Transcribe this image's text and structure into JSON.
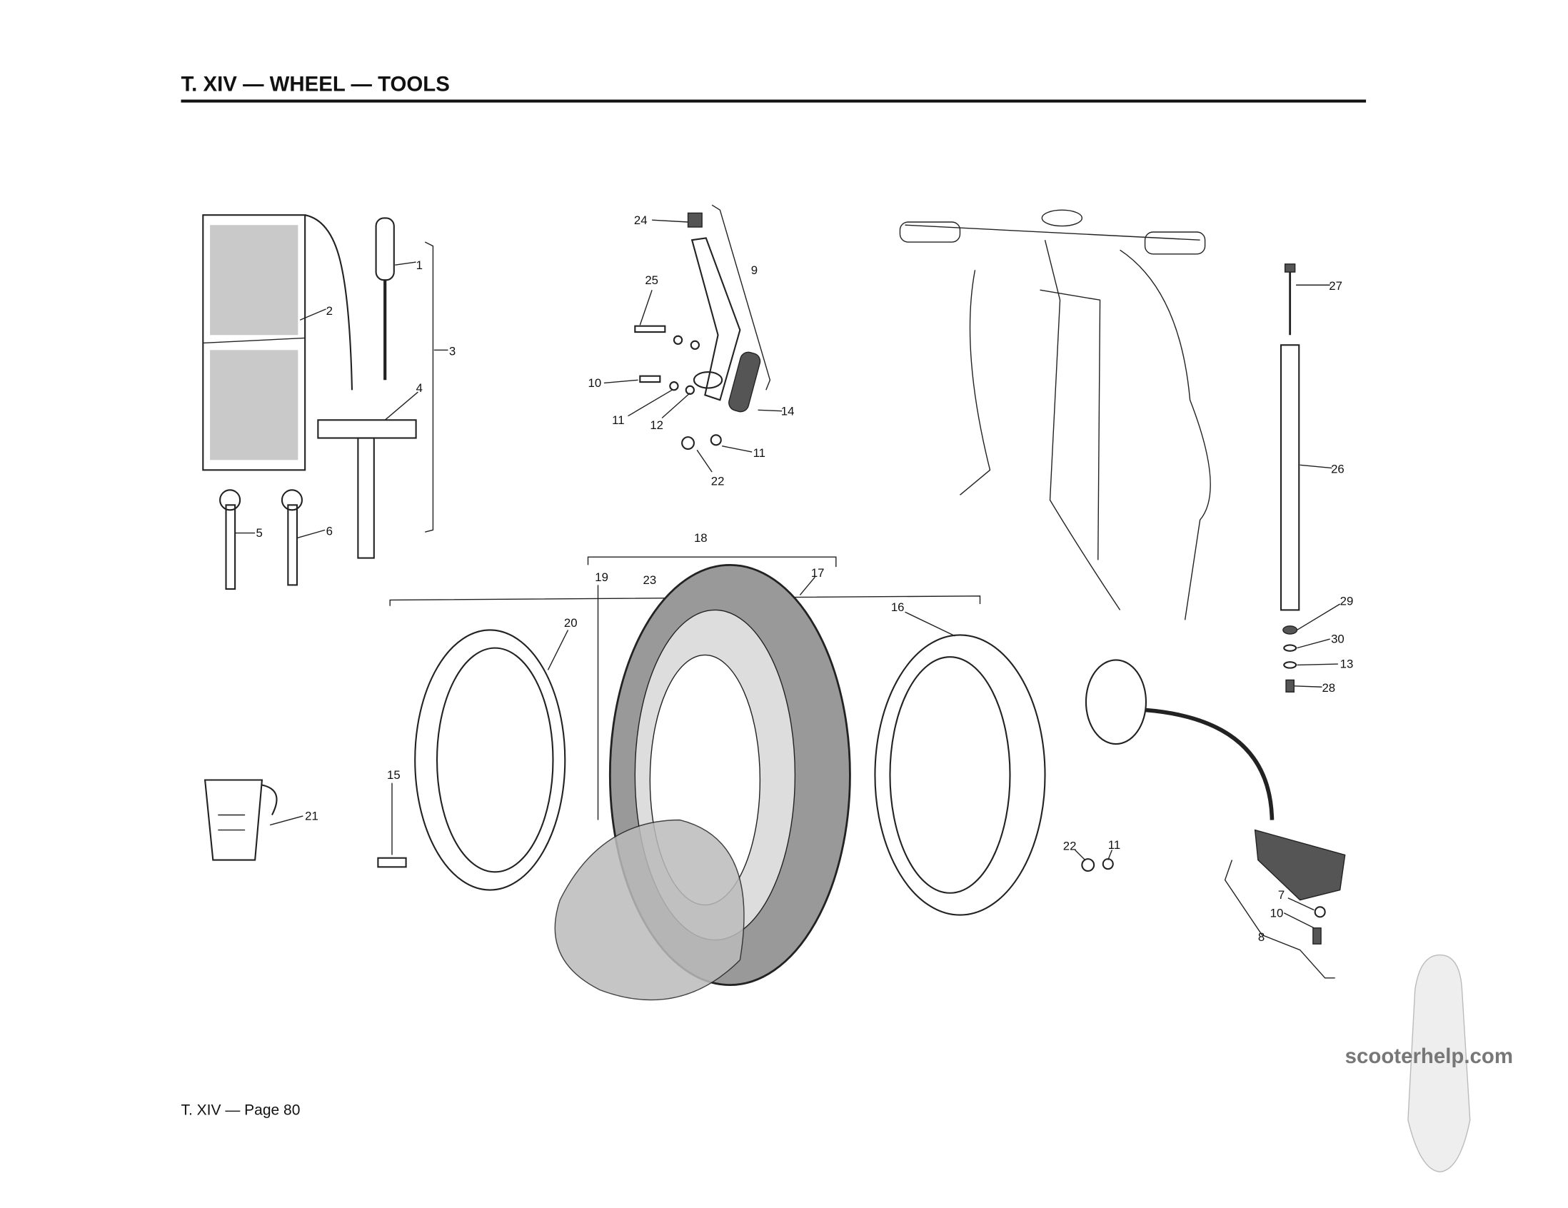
{
  "header": {
    "title": "T. XIV — WHEEL — TOOLS"
  },
  "footer": {
    "page": "T. XIV — Page 80"
  },
  "watermark": {
    "text": "scooterhelp.com"
  },
  "callouts": {
    "tool_roll_screwdriver": "1",
    "tool_roll": "2",
    "tool_kit": "3",
    "box_spanner": "4",
    "spanner_a": "5",
    "spanner_b": "6",
    "rubber_pad": "24",
    "kickstart_lever": "9",
    "bolt_25": "25",
    "bolt_10": "10",
    "washer_11a": "11",
    "washer_12": "12",
    "grip_14": "14",
    "washer_11b": "11",
    "nut_22a": "22",
    "pin_27": "27",
    "stand_26": "26",
    "wheel_assembly": "18",
    "tube_19": "19",
    "rim_23": "23",
    "tyre_17": "17",
    "half_rim_16": "16",
    "half_rim_20": "20",
    "nut_29": "29",
    "washer_30": "30",
    "washer_13": "13",
    "screw_28": "28",
    "bolt_15": "15",
    "jug_21": "21",
    "nut_22b": "22",
    "washer_11c": "11",
    "washer_7": "7",
    "screw_10": "10",
    "mirror_8": "8"
  }
}
